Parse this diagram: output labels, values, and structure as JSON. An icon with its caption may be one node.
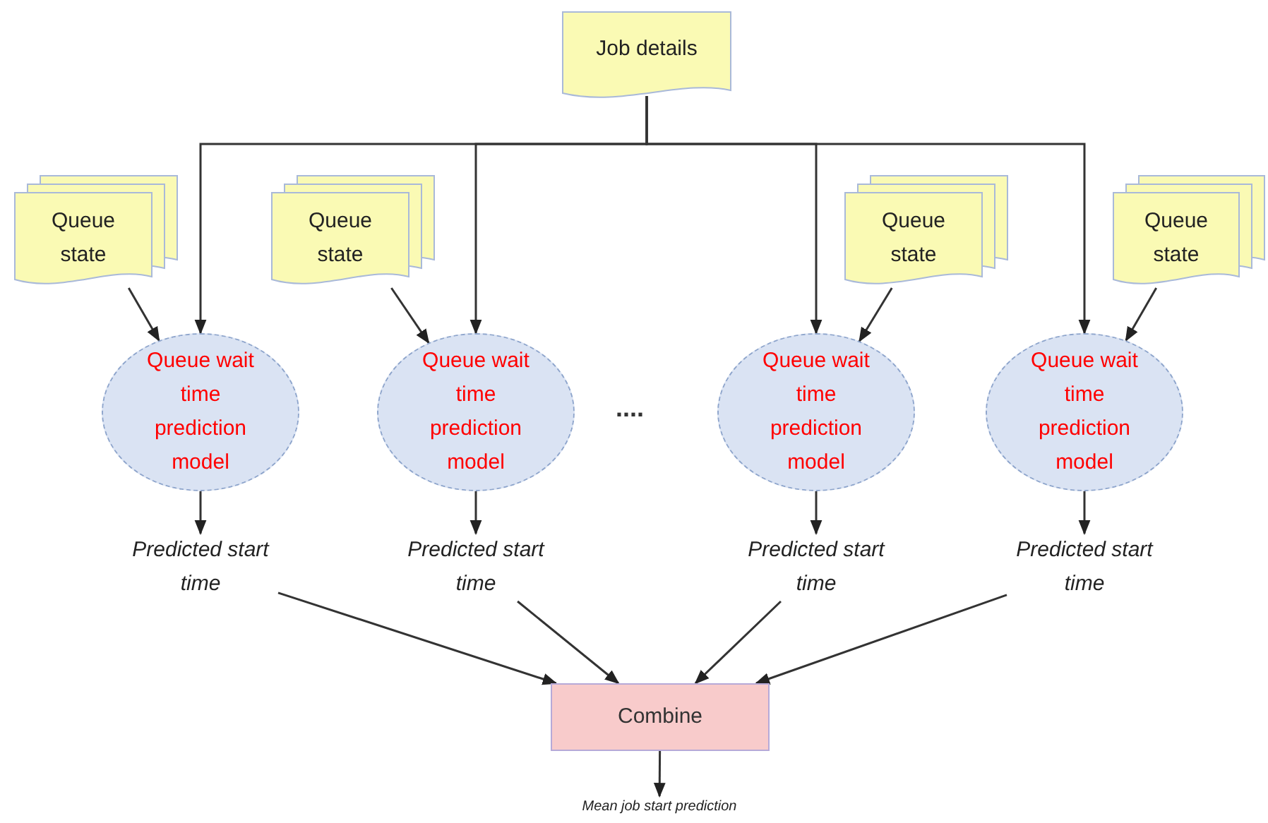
{
  "diagram": {
    "nodes": [
      {
        "text": [
          "Job details"
        ]
      },
      {
        "text": [
          "Queue state"
        ]
      },
      {
        "text": [
          "Queue state"
        ]
      },
      {
        "text": [
          "Queue state"
        ]
      },
      {
        "text": [
          "Queue state"
        ]
      },
      {
        "text": [
          "Queue wait time prediction model"
        ]
      },
      {
        "text": [
          "Queue wait time prediction model"
        ]
      },
      {
        "text": [
          "Queue wait time prediction model"
        ]
      },
      {
        "text": [
          "Queue wait time prediction model"
        ]
      },
      {
        "text": [
          "Predicted start time"
        ]
      },
      {
        "text": [
          "Predicted start time"
        ]
      },
      {
        "text": [
          "Predicted start time"
        ]
      },
      {
        "text": [
          "Predicted start time"
        ]
      },
      {
        "text": [
          "Combine"
        ]
      },
      {
        "text": [
          "Mean job start prediction"
        ]
      }
    ],
    "edges": [
      {
        "from": 0,
        "to": 5,
        "arrow": "to"
      },
      {
        "from": 0,
        "to": 6,
        "arrow": "to"
      },
      {
        "from": 0,
        "to": 7,
        "arrow": "to"
      },
      {
        "from": 0,
        "to": 8,
        "arrow": "to"
      },
      {
        "from": 1,
        "to": 5,
        "arrow": "to"
      },
      {
        "from": 2,
        "to": 6,
        "arrow": "to"
      },
      {
        "from": 3,
        "to": 7,
        "arrow": "to"
      },
      {
        "from": 4,
        "to": 8,
        "arrow": "to"
      },
      {
        "from": 5,
        "to": 9,
        "arrow": "to"
      },
      {
        "from": 6,
        "to": 10,
        "arrow": "to"
      },
      {
        "from": 7,
        "to": 11,
        "arrow": "to"
      },
      {
        "from": 8,
        "to": 12,
        "arrow": "to"
      },
      {
        "from": 9,
        "to": 13,
        "arrow": "to"
      },
      {
        "from": 10,
        "to": 13,
        "arrow": "to"
      },
      {
        "from": 11,
        "to": 13,
        "arrow": "to"
      },
      {
        "from": 12,
        "to": 13,
        "arrow": "to"
      },
      {
        "from": 13,
        "to": 14,
        "arrow": "to"
      }
    ],
    "labels": [
      "...."
    ]
  }
}
